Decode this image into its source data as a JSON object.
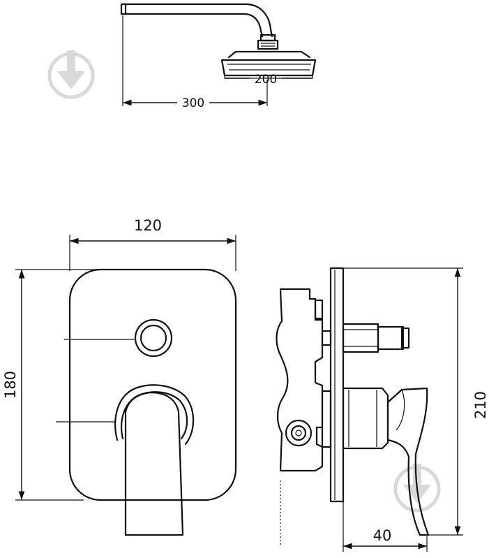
{
  "dimensions": {
    "shower_arm_length": "300",
    "shower_head_diameter": "200",
    "plate_width": "120",
    "plate_height": "180",
    "total_height": "210",
    "projection_depth": "40"
  },
  "icons": {
    "watermark": "download-arrow-icon"
  },
  "colors": {
    "line": "#111111",
    "watermark": "#d9d9d9"
  }
}
